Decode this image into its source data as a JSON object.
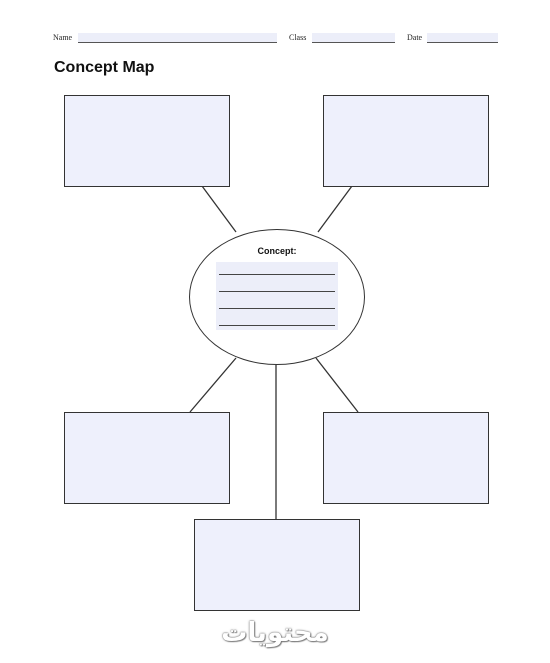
{
  "header": {
    "name_label": "Name",
    "class_label": "Class",
    "date_label": "Date",
    "name_value": "",
    "class_value": "",
    "date_value": ""
  },
  "title": "Concept Map",
  "concept": {
    "label": "Concept:",
    "line_count": 4
  },
  "boxes": [
    "",
    "",
    "",
    "",
    ""
  ],
  "watermark": "محتويات",
  "colors": {
    "box_fill": "#eef0fc",
    "field_fill": "#eceef9",
    "stroke": "#333333"
  }
}
